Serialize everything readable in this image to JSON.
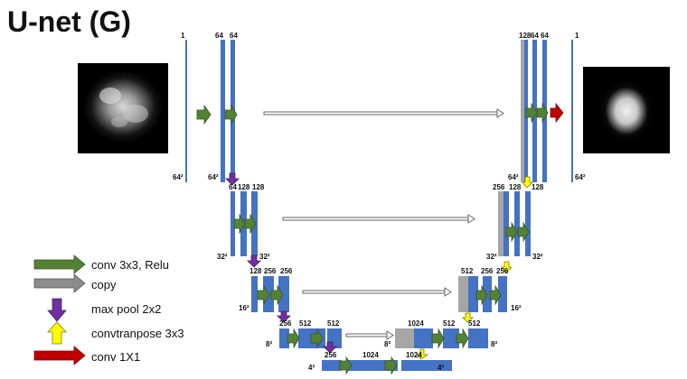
{
  "title": "U-net (G)",
  "colors": {
    "feature": "#4472c4",
    "copy": "#a6a6a6",
    "conv": "#548235",
    "pool": "#7030a0",
    "upconv": "#ffff00",
    "final": "#c00000"
  },
  "labels": {
    "l0_in_ch": "1",
    "l0_c1": "64",
    "l0_c2": "64",
    "l0_res_a": "64²",
    "l0_res_b": "64²",
    "l1_c0": "64",
    "l1_c1": "128",
    "l1_c2": "128",
    "l1_res_a": "32²",
    "l1_res_b": "32²",
    "l2_c0": "128",
    "l2_c1": "256",
    "l2_c2": "256",
    "l2_res": "16²",
    "l3_c0": "256",
    "l3_c1": "512",
    "l3_c2": "512",
    "l3_res": "8²",
    "l4_c0": "256",
    "l4_c1": "1024",
    "l4_c2": "1024",
    "l4_res_a": "4²",
    "l4_res_b": "4²",
    "r3_cat": "1024",
    "r3_c1": "512",
    "r3_c2": "512",
    "r3_res_a": "8²",
    "r3_res_b": "8²",
    "r2_cat": "512",
    "r2_c1": "256",
    "r2_c2": "256",
    "r2_res_a": "16²",
    "r1_cat": "256",
    "r1_c1": "128",
    "r1_c2": "128",
    "r1_res_a": "32²",
    "r1_res_b": "32²",
    "r0_cat": "128",
    "r0_c1": "64",
    "r0_c2": "64",
    "r0_res_a": "64²",
    "out_ch": "1",
    "out_res": "64²"
  },
  "legend": [
    {
      "icon": "conv-arrow-icon",
      "text": "conv 3x3, Relu"
    },
    {
      "icon": "copy-arrow-icon",
      "text": "copy"
    },
    {
      "icon": "max-pool-arrow-icon",
      "text": "max pool 2x2"
    },
    {
      "icon": "upconv-arrow-icon",
      "text": "convtranpose 3x3"
    },
    {
      "icon": "final-conv-arrow-icon",
      "text": "conv 1X1"
    }
  ]
}
